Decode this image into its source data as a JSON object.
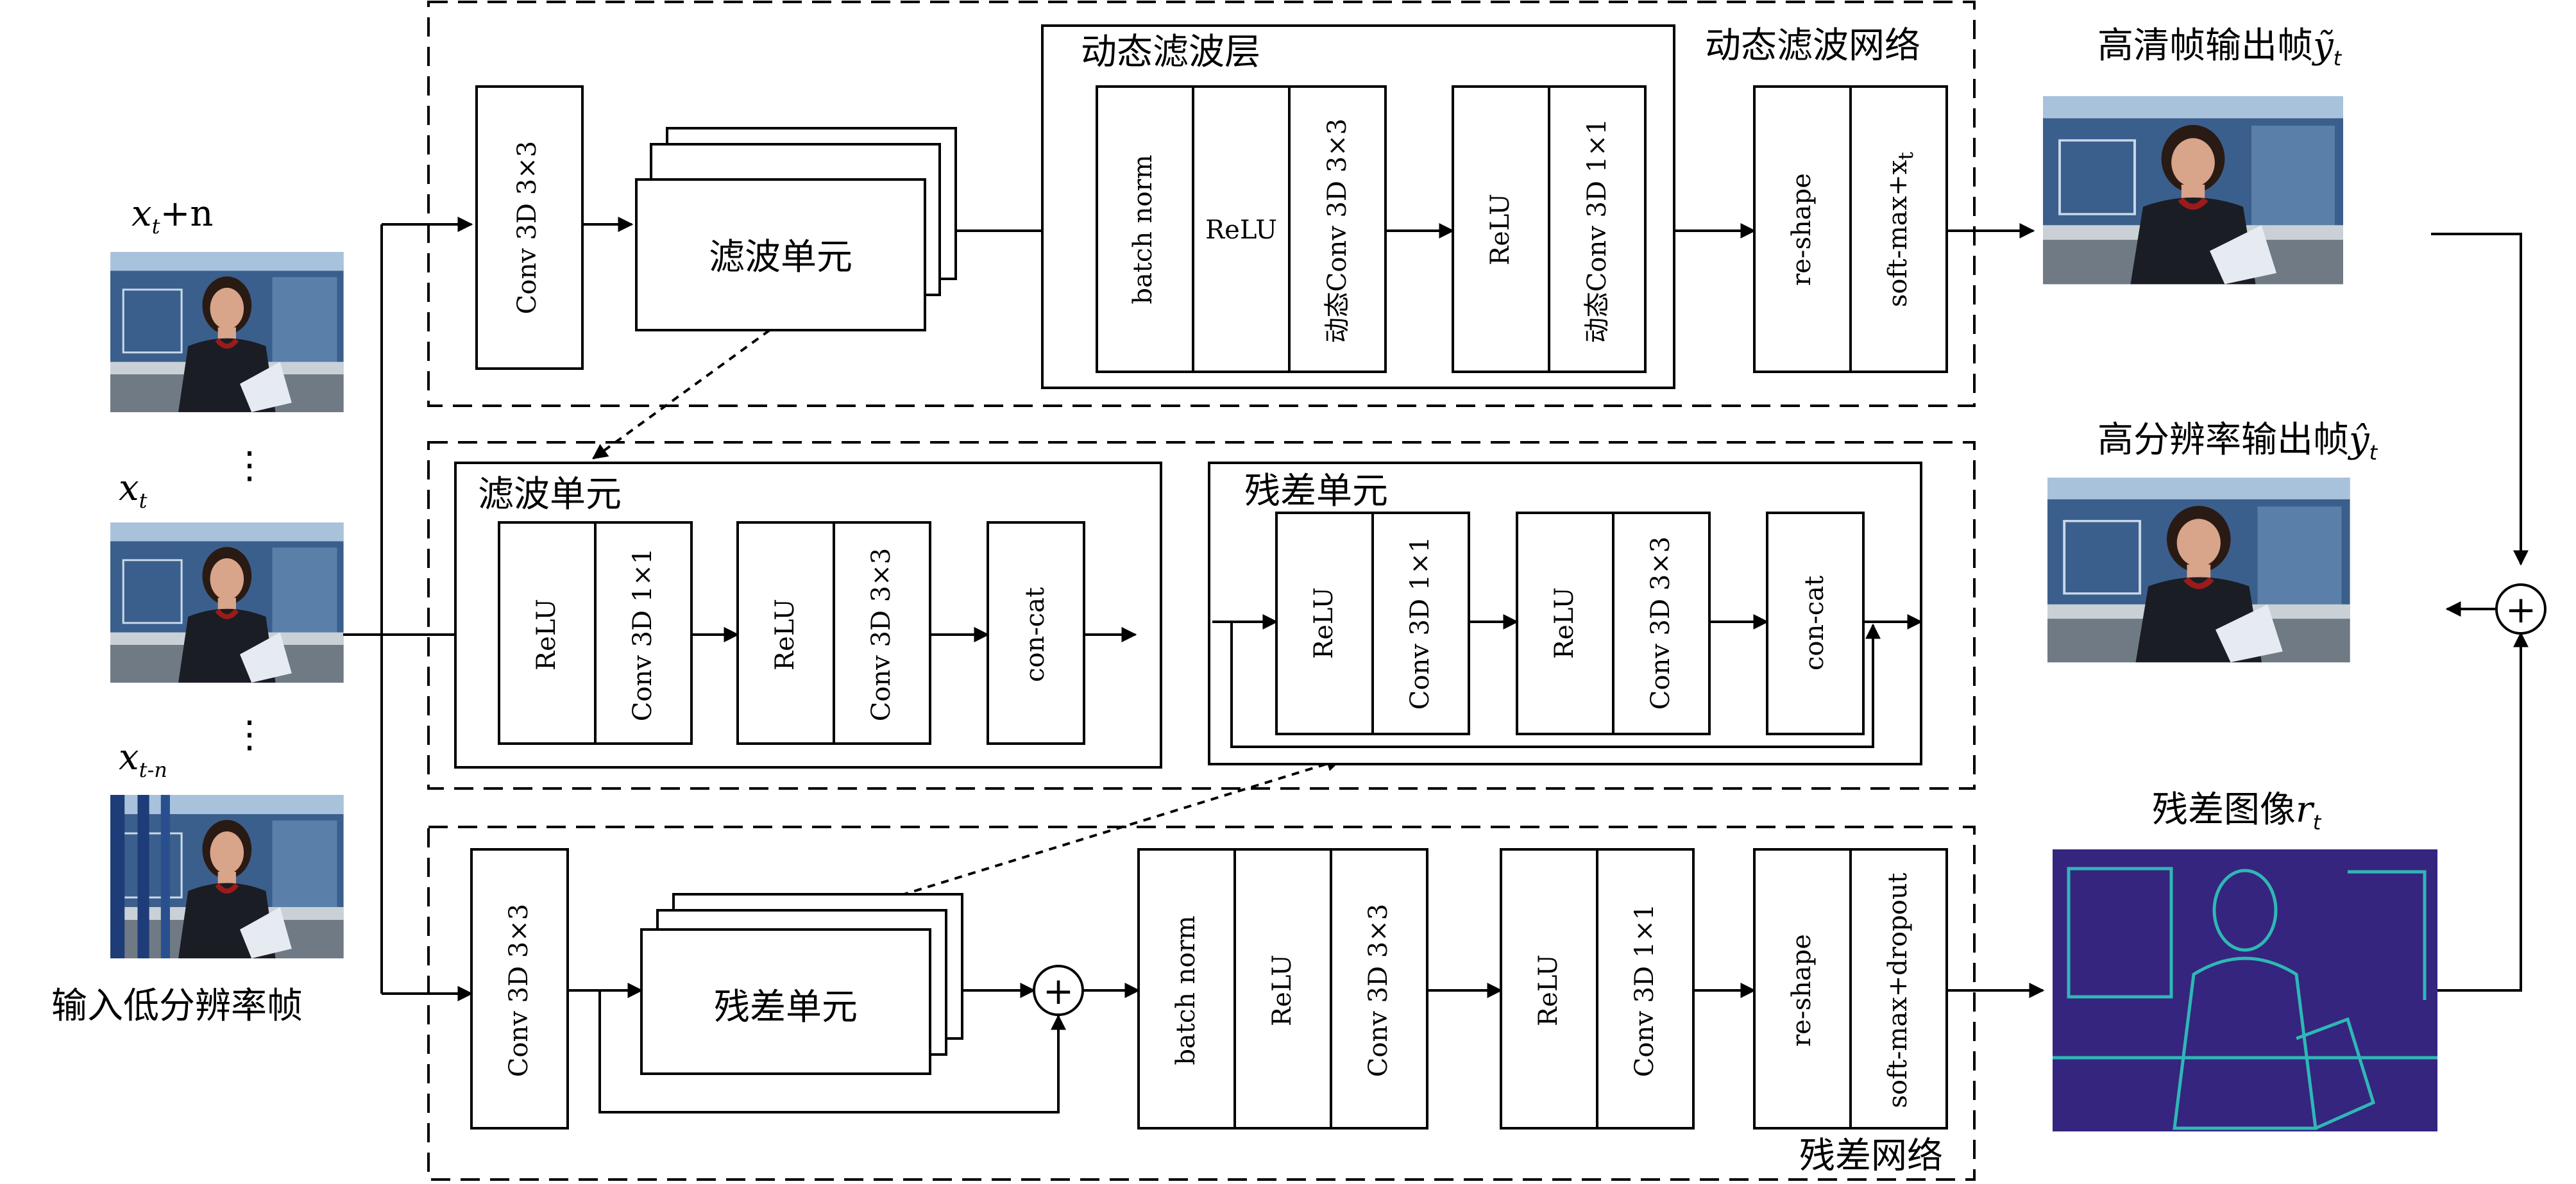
{
  "inputs": {
    "caption": "输入低分辨率帧",
    "frames": [
      {
        "var": "x",
        "sub": "t",
        "suffix": "+n"
      },
      {
        "var": "x",
        "sub": "t",
        "suffix": ""
      },
      {
        "var": "x",
        "sub": "t-n",
        "suffix": ""
      }
    ],
    "ellipsis": "⋮"
  },
  "dynamic_filter_network": {
    "title": "动态滤波网络",
    "conv_in": "Conv 3D 3×3",
    "filter_unit_stack": "滤波单元",
    "layer": {
      "title": "动态滤波层",
      "cells": [
        "batch norm",
        "ReLU",
        "动态Conv 3D 3×3",
        "ReLU",
        "动态Conv 3D 1×1"
      ]
    },
    "out_cells": [
      "re-shape",
      "soft-max+x"
    ],
    "out_cells_sub": "t"
  },
  "filter_unit_detail": {
    "title": "滤波单元",
    "cells": [
      "ReLU",
      "Conv 3D 1×1",
      "ReLU",
      "Conv 3D 3×3",
      "con-cat"
    ]
  },
  "residual_unit_detail": {
    "title": "残差单元",
    "cells": [
      "ReLU",
      "Conv 3D 1×1",
      "ReLU",
      "Conv 3D 3×3",
      "con-cat"
    ]
  },
  "residual_network": {
    "title": "残差网络",
    "conv_in": "Conv 3D 3×3",
    "residual_unit_stack": "残差单元",
    "cells": [
      "batch norm",
      "ReLU",
      "Conv 3D 3×3",
      "ReLU",
      "Conv 3D 1×1"
    ],
    "out_cells": [
      "re-shape",
      "soft-max+dropout"
    ]
  },
  "outputs": {
    "hd_frame": {
      "label": "高清帧输出帧",
      "var": "ỹ",
      "sub": "t"
    },
    "hr_frame": {
      "label": "高分辨率输出帧",
      "var": "ŷ",
      "sub": "t"
    },
    "residual": {
      "label": "残差图像",
      "var": "r",
      "sub": "t"
    }
  },
  "plus_symbol": "+",
  "colors": {
    "studio_wall": "#3b5f8c",
    "residual_purple": "#3d2a8a",
    "residual_cyan": "#2fb7b5"
  }
}
